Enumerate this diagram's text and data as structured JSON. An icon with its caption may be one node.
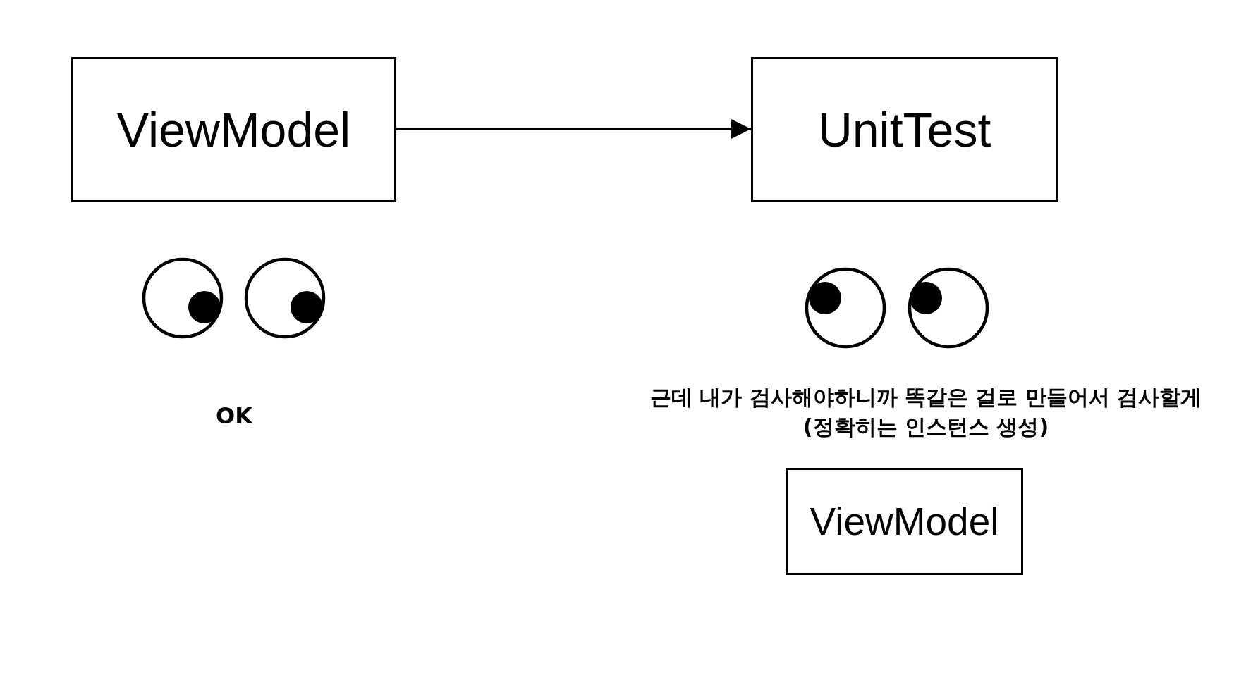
{
  "diagram": {
    "nodes": [
      {
        "text": [
          "ViewModel"
        ]
      },
      {
        "text": [
          "UnitTest"
        ]
      },
      {
        "text": [
          "ViewModel"
        ]
      }
    ],
    "edges": [
      {
        "from": 0,
        "to": 1,
        "arrow": "to"
      }
    ],
    "labels": [
      "OK",
      "근데 내가 검사해야하니까 똑같은 걸로 만들어서 검사할게 (정확히는 인스턴스 생성)"
    ]
  }
}
